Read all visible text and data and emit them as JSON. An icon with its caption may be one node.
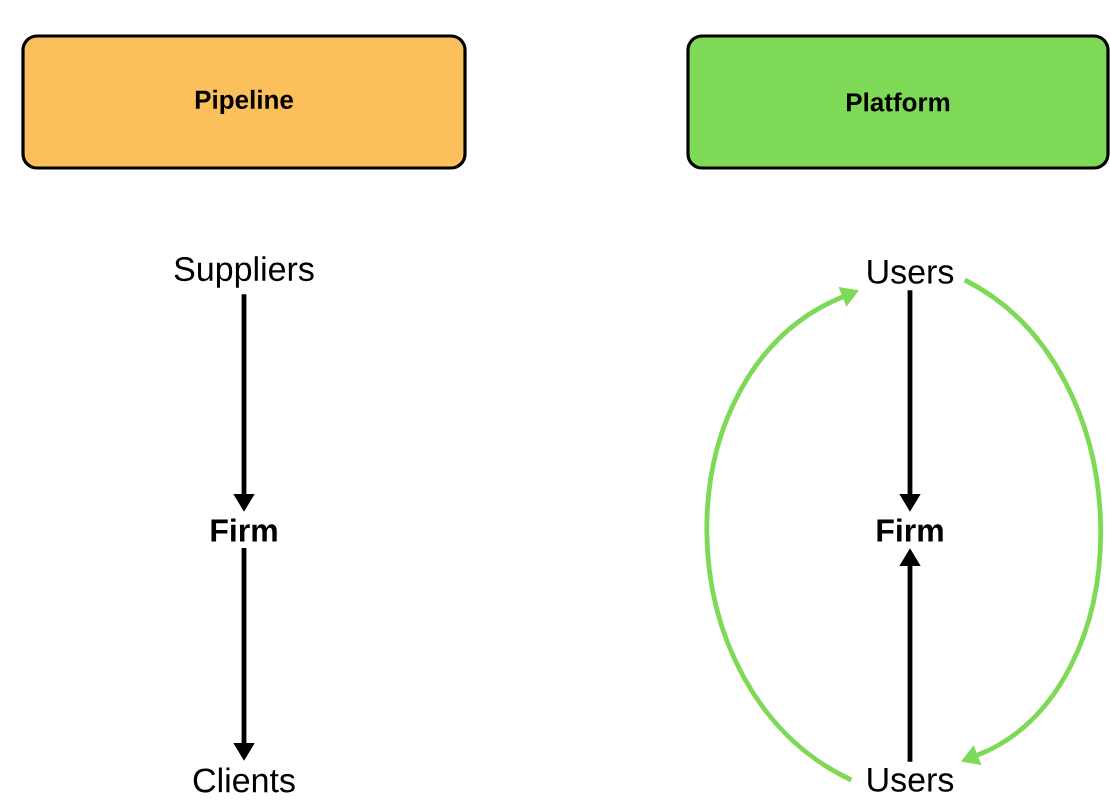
{
  "diagram": {
    "nodes": [
      {
        "text": [
          "Pipeline"
        ]
      },
      {
        "text": [
          "Platform"
        ]
      },
      {
        "text": [
          "Suppliers"
        ]
      },
      {
        "text": [
          "Firm"
        ]
      },
      {
        "text": [
          "Clients"
        ]
      },
      {
        "text": [
          "Users"
        ]
      },
      {
        "text": [
          "Firm"
        ]
      },
      {
        "text": [
          "Users"
        ]
      }
    ],
    "edges": [
      {
        "from": 2,
        "to": 3,
        "arrow": "to"
      },
      {
        "from": 3,
        "to": 4,
        "arrow": "to"
      },
      {
        "from": 5,
        "to": 6,
        "arrow": "to"
      },
      {
        "from": 7,
        "to": 6,
        "arrow": "to"
      },
      {
        "from": 7,
        "to": 5,
        "arrow": "to",
        "color": "#7ed957"
      },
      {
        "from": 5,
        "to": 7,
        "arrow": "to",
        "color": "#7ed957"
      }
    ]
  }
}
